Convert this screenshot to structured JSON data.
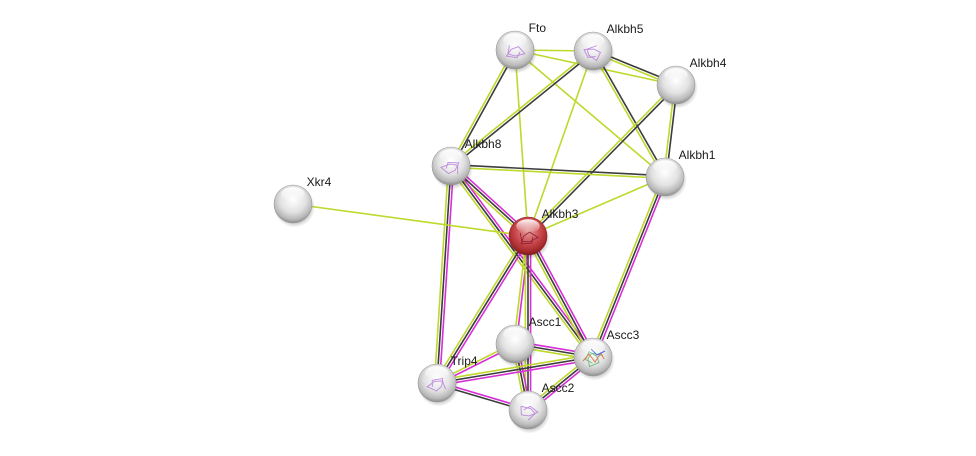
{
  "title": "Protein interaction network",
  "edge_colors": {
    "textmining": "#bfd82c",
    "coexpression": "#3c3c3c",
    "experiments": "#d62fd6"
  },
  "nodes": [
    {
      "id": "Fto",
      "label": "Fto",
      "color": "#e8e8e8",
      "structure": true,
      "query": false
    },
    {
      "id": "Alkbh5",
      "label": "Alkbh5",
      "color": "#e8e8e8",
      "structure": true,
      "query": false
    },
    {
      "id": "Alkbh4",
      "label": "Alkbh4",
      "color": "#e8e8e8",
      "structure": false,
      "query": false
    },
    {
      "id": "Alkbh8",
      "label": "Alkbh8",
      "color": "#e8e8e8",
      "structure": true,
      "query": false
    },
    {
      "id": "Alkbh1",
      "label": "Alkbh1",
      "color": "#e8e8e8",
      "structure": false,
      "query": false
    },
    {
      "id": "Xkr4",
      "label": "Xkr4",
      "color": "#e8e8e8",
      "structure": false,
      "query": false
    },
    {
      "id": "Alkbh3",
      "label": "Alkbh3",
      "color": "#c0393b",
      "structure": true,
      "query": true
    },
    {
      "id": "Ascc1",
      "label": "Ascc1",
      "color": "#e8e8e8",
      "structure": false,
      "query": false
    },
    {
      "id": "Ascc3",
      "label": "Ascc3",
      "color": "#e8e8e8",
      "structure": true,
      "query": false
    },
    {
      "id": "Trip4",
      "label": "Trip4",
      "color": "#e8e8e8",
      "structure": true,
      "query": false
    },
    {
      "id": "Ascc2",
      "label": "Ascc2",
      "color": "#e8e8e8",
      "structure": true,
      "query": false
    }
  ],
  "edges": [
    {
      "source": "Fto",
      "target": "Alkbh5",
      "types": [
        "textmining"
      ]
    },
    {
      "source": "Fto",
      "target": "Alkbh4",
      "types": [
        "textmining"
      ]
    },
    {
      "source": "Fto",
      "target": "Alkbh8",
      "types": [
        "coexpression",
        "textmining"
      ]
    },
    {
      "source": "Fto",
      "target": "Alkbh1",
      "types": [
        "textmining"
      ]
    },
    {
      "source": "Fto",
      "target": "Alkbh3",
      "types": [
        "textmining"
      ]
    },
    {
      "source": "Alkbh5",
      "target": "Alkbh4",
      "types": [
        "coexpression",
        "textmining"
      ]
    },
    {
      "source": "Alkbh5",
      "target": "Alkbh8",
      "types": [
        "coexpression",
        "textmining"
      ]
    },
    {
      "source": "Alkbh5",
      "target": "Alkbh1",
      "types": [
        "coexpression",
        "textmining"
      ]
    },
    {
      "source": "Alkbh5",
      "target": "Alkbh3",
      "types": [
        "textmining"
      ]
    },
    {
      "source": "Alkbh4",
      "target": "Alkbh1",
      "types": [
        "coexpression",
        "textmining"
      ]
    },
    {
      "source": "Alkbh4",
      "target": "Alkbh3",
      "types": [
        "coexpression",
        "textmining"
      ]
    },
    {
      "source": "Alkbh8",
      "target": "Alkbh1",
      "types": [
        "coexpression",
        "textmining"
      ]
    },
    {
      "source": "Alkbh8",
      "target": "Alkbh3",
      "types": [
        "experiments",
        "coexpression",
        "textmining"
      ]
    },
    {
      "source": "Alkbh8",
      "target": "Trip4",
      "types": [
        "experiments",
        "coexpression",
        "textmining"
      ]
    },
    {
      "source": "Alkbh8",
      "target": "Ascc3",
      "types": [
        "experiments",
        "coexpression",
        "textmining"
      ]
    },
    {
      "source": "Alkbh1",
      "target": "Alkbh3",
      "types": [
        "textmining"
      ]
    },
    {
      "source": "Alkbh1",
      "target": "Ascc3",
      "types": [
        "experiments",
        "coexpression",
        "textmining"
      ]
    },
    {
      "source": "Xkr4",
      "target": "Alkbh3",
      "types": [
        "textmining"
      ]
    },
    {
      "source": "Alkbh3",
      "target": "Ascc1",
      "types": [
        "experiments",
        "textmining"
      ]
    },
    {
      "source": "Alkbh3",
      "target": "Ascc3",
      "types": [
        "experiments",
        "coexpression",
        "textmining"
      ]
    },
    {
      "source": "Alkbh3",
      "target": "Trip4",
      "types": [
        "experiments",
        "coexpression",
        "textmining"
      ]
    },
    {
      "source": "Alkbh3",
      "target": "Ascc2",
      "types": [
        "experiments",
        "coexpression",
        "textmining"
      ]
    },
    {
      "source": "Ascc1",
      "target": "Ascc3",
      "types": [
        "experiments",
        "coexpression",
        "textmining"
      ]
    },
    {
      "source": "Ascc1",
      "target": "Trip4",
      "types": [
        "experiments",
        "textmining"
      ]
    },
    {
      "source": "Ascc1",
      "target": "Ascc2",
      "types": [
        "experiments",
        "coexpression",
        "textmining"
      ]
    },
    {
      "source": "Ascc3",
      "target": "Trip4",
      "types": [
        "experiments",
        "coexpression",
        "textmining"
      ]
    },
    {
      "source": "Ascc3",
      "target": "Ascc2",
      "types": [
        "experiments",
        "coexpression",
        "textmining"
      ]
    },
    {
      "source": "Trip4",
      "target": "Ascc2",
      "types": [
        "experiments",
        "coexpression"
      ]
    }
  ]
}
